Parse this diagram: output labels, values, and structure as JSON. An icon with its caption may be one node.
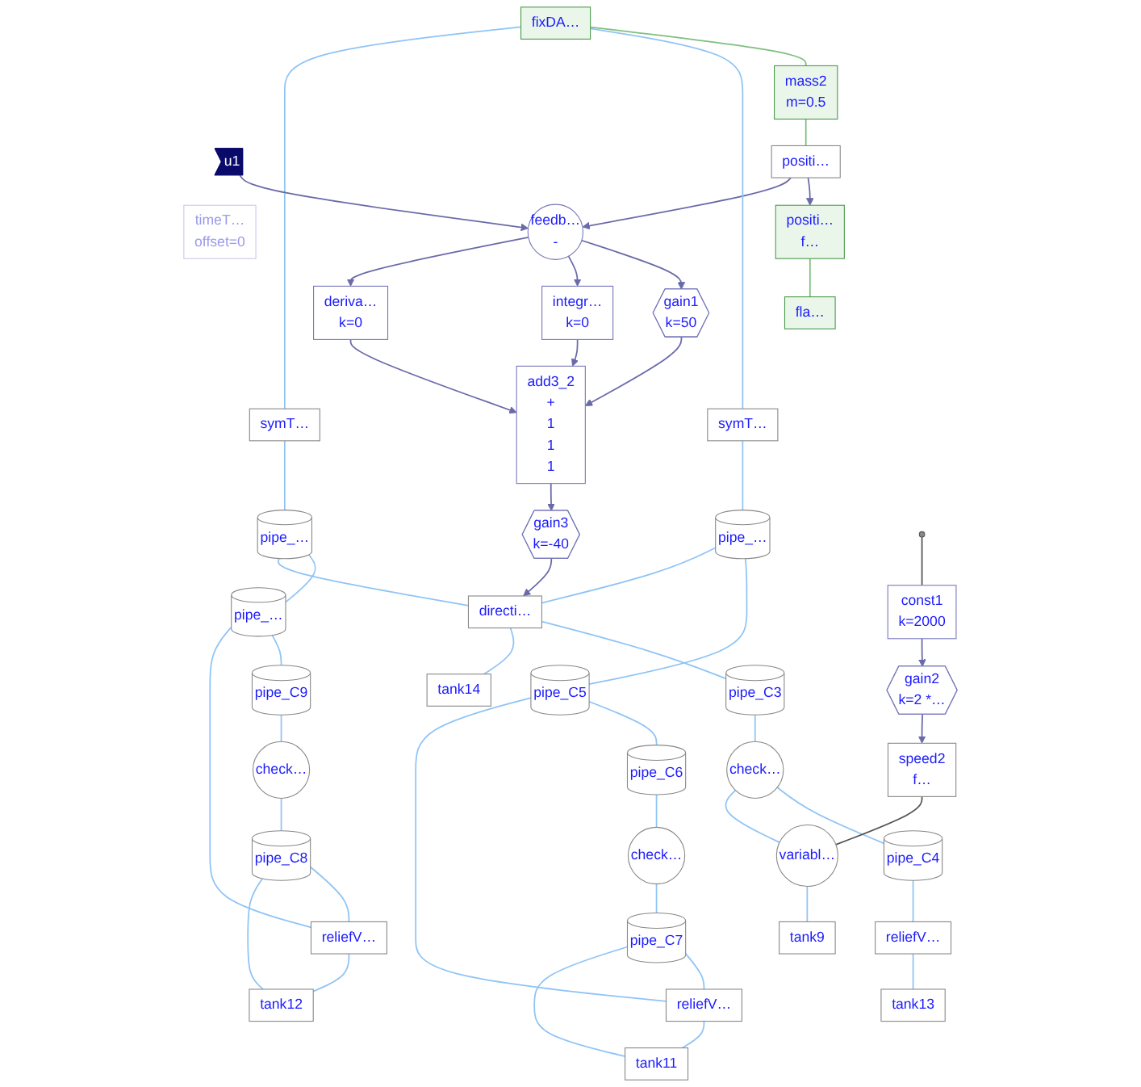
{
  "diagram": {
    "nodes": [
      {
        "text": [
          "fixDA…"
        ]
      },
      {
        "text": [
          "mass2",
          "m=0.5"
        ]
      },
      {
        "text": [
          "positi…"
        ]
      },
      {
        "text": [
          "positi…",
          "f…"
        ]
      },
      {
        "text": [
          "fla…"
        ]
      },
      {
        "text": [
          "symT…"
        ]
      },
      {
        "text": [
          "symT…"
        ]
      },
      {
        "text": [
          "pipe_…"
        ]
      },
      {
        "text": [
          "pipe_…"
        ]
      },
      {
        "text": [
          "check…"
        ]
      },
      {
        "text": [
          "pipe_C6"
        ]
      },
      {
        "text": [
          "pipe_C7"
        ]
      },
      {
        "text": [
          "reliefV…"
        ]
      },
      {
        "text": [
          "pipe_C5"
        ]
      },
      {
        "text": [
          "tank11"
        ]
      },
      {
        "text": [
          "pipe_…"
        ]
      },
      {
        "text": [
          "reliefV…"
        ]
      },
      {
        "text": [
          "pipe_C9"
        ]
      },
      {
        "text": [
          "pipe_C8"
        ]
      },
      {
        "text": [
          "check…"
        ]
      },
      {
        "text": [
          "tank12"
        ]
      },
      {
        "text": [
          "gain1",
          "k=50"
        ]
      },
      {
        "text": [
          "gain3",
          "k=-40"
        ]
      },
      {
        "text": [
          "add3_2",
          "+",
          "1",
          "1",
          "1"
        ]
      },
      {
        "text": [
          "integr…",
          "k=0"
        ]
      },
      {
        "text": [
          "deriva…",
          "k=0"
        ]
      },
      {
        "text": [
          "feedb…",
          "-"
        ]
      },
      {
        "text": [
          "u1"
        ]
      },
      {
        "text": [
          "directi…"
        ]
      },
      {
        "text": [
          "pipe_C3"
        ]
      },
      {
        "text": [
          "tank14"
        ]
      },
      {
        "text": [
          "check…"
        ]
      },
      {
        "text": [
          "tank13"
        ]
      },
      {
        "text": [
          "reliefV…"
        ]
      },
      {
        "text": [
          "pipe_C4"
        ]
      },
      {
        "text": [
          "const1",
          "k=2000"
        ]
      },
      {
        "text": [
          "gain2",
          "k=2 *…"
        ]
      },
      {
        "text": [
          "speed2",
          "f…"
        ]
      },
      {
        "text": [
          "variabl…"
        ]
      },
      {
        "text": [
          "tank9"
        ]
      },
      {
        "text": [
          "timeT…",
          "offset=0"
        ]
      },
      {
        "text": [],
        "shape": "circle"
      }
    ],
    "edges": [
      {
        "from": 0,
        "to": 1,
        "arrow": "none",
        "color": "#7fbf7f"
      },
      {
        "from": 1,
        "to": 2,
        "arrow": "none",
        "color": "#7fbf7f"
      },
      {
        "from": 2,
        "to": 3,
        "arrow": "to",
        "color": "#6a6aaa"
      },
      {
        "from": 3,
        "to": 4,
        "arrow": "none",
        "color": "#7fbf7f"
      },
      {
        "from": 2,
        "to": 26,
        "arrow": "to",
        "color": "#6a6aaa"
      },
      {
        "from": 0,
        "to": 5,
        "arrow": "none"
      },
      {
        "from": 5,
        "to": 7,
        "arrow": "none"
      },
      {
        "from": 0,
        "to": 6,
        "arrow": "none"
      },
      {
        "from": 6,
        "to": 8,
        "arrow": "none"
      },
      {
        "from": 7,
        "to": 13,
        "arrow": "none"
      },
      {
        "from": 7,
        "to": 28,
        "arrow": "none"
      },
      {
        "from": 8,
        "to": 15,
        "arrow": "none"
      },
      {
        "from": 8,
        "to": 28,
        "arrow": "none"
      },
      {
        "from": 13,
        "to": 10,
        "arrow": "none"
      },
      {
        "from": 13,
        "to": 12,
        "arrow": "none"
      },
      {
        "from": 10,
        "to": 9,
        "arrow": "none"
      },
      {
        "from": 9,
        "to": 11,
        "arrow": "none"
      },
      {
        "from": 11,
        "to": 12,
        "arrow": "none"
      },
      {
        "from": 12,
        "to": 14,
        "arrow": "none"
      },
      {
        "from": 11,
        "to": 14,
        "arrow": "none"
      },
      {
        "from": 15,
        "to": 17,
        "arrow": "none"
      },
      {
        "from": 15,
        "to": 16,
        "arrow": "none"
      },
      {
        "from": 17,
        "to": 19,
        "arrow": "none"
      },
      {
        "from": 19,
        "to": 18,
        "arrow": "none"
      },
      {
        "from": 18,
        "to": 16,
        "arrow": "none"
      },
      {
        "from": 16,
        "to": 20,
        "arrow": "none"
      },
      {
        "from": 18,
        "to": 20,
        "arrow": "none"
      },
      {
        "from": 27,
        "to": 26,
        "arrow": "to",
        "color": "#6a6aaa"
      },
      {
        "from": 26,
        "to": 21,
        "arrow": "to",
        "color": "#6a6aaa"
      },
      {
        "from": 26,
        "to": 24,
        "arrow": "to",
        "color": "#6a6aaa"
      },
      {
        "from": 26,
        "to": 25,
        "arrow": "to",
        "color": "#6a6aaa"
      },
      {
        "from": 21,
        "to": 23,
        "arrow": "to",
        "color": "#6a6aaa"
      },
      {
        "from": 24,
        "to": 23,
        "arrow": "to",
        "color": "#6a6aaa"
      },
      {
        "from": 25,
        "to": 23,
        "arrow": "to",
        "color": "#6a6aaa"
      },
      {
        "from": 23,
        "to": 22,
        "arrow": "to",
        "color": "#6a6aaa"
      },
      {
        "from": 22,
        "to": 28,
        "arrow": "to",
        "color": "#6a6aaa"
      },
      {
        "from": 28,
        "to": 29,
        "arrow": "none"
      },
      {
        "from": 28,
        "to": 30,
        "arrow": "none"
      },
      {
        "from": 29,
        "to": 31,
        "arrow": "none"
      },
      {
        "from": 31,
        "to": 34,
        "arrow": "none"
      },
      {
        "from": 31,
        "to": 38,
        "arrow": "none"
      },
      {
        "from": 34,
        "to": 33,
        "arrow": "none"
      },
      {
        "from": 33,
        "to": 32,
        "arrow": "none"
      },
      {
        "from": 38,
        "to": 39,
        "arrow": "none"
      },
      {
        "from": 41,
        "to": 35,
        "arrow": "none",
        "color": "#555555"
      },
      {
        "from": 35,
        "to": 36,
        "arrow": "to",
        "color": "#6a6aaa"
      },
      {
        "from": 36,
        "to": 37,
        "arrow": "to",
        "color": "#6a6aaa"
      },
      {
        "from": 37,
        "to": 38,
        "arrow": "none",
        "color": "#555555"
      }
    ]
  }
}
